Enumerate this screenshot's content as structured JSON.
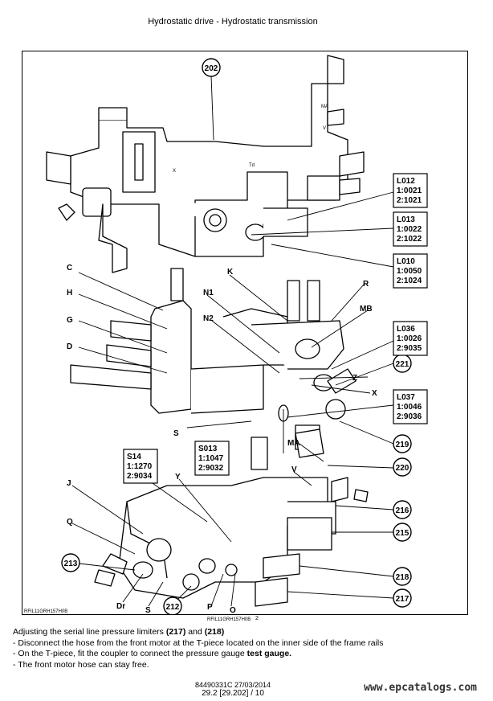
{
  "header": {
    "title": "Hydrostatic drive - Hydrostatic transmission"
  },
  "figure": {
    "code": "RFIL11GRH157H0B",
    "number": "2",
    "code_box": "RFIL11GRH157H0B",
    "callouts_circle": [
      "202",
      "221",
      "219",
      "220",
      "216",
      "215",
      "218",
      "217",
      "213",
      "212"
    ],
    "labels": [
      "C",
      "H",
      "G",
      "D",
      "K",
      "N1",
      "N2",
      "R",
      "MB",
      "Z",
      "X",
      "S",
      "MA",
      "V",
      "J",
      "Q",
      "Y",
      "Dr",
      "S",
      "P",
      "O"
    ],
    "small_labels": [
      "MA",
      "V",
      "X",
      "Td"
    ],
    "code_boxes": [
      {
        "id": "L012",
        "a": "1:0021",
        "b": "2:1021"
      },
      {
        "id": "L013",
        "a": "1:0022",
        "b": "2:1022"
      },
      {
        "id": "L010",
        "a": "1:0050",
        "b": "2:1024"
      },
      {
        "id": "L036",
        "a": "1:0026",
        "b": "2:9035"
      },
      {
        "id": "L037",
        "a": "1:0046",
        "b": "2:9036"
      },
      {
        "id": "S013",
        "a": "1:1047",
        "b": "2:9032"
      },
      {
        "id": "S14",
        "a": "1:1270",
        "b": "2:9034"
      }
    ]
  },
  "body": {
    "heading_prefix": "Adjusting the serial line pressure limiters ",
    "heading_ref1": "(217)",
    "heading_mid": " and ",
    "heading_ref2": "(218)",
    "step1": "- Disconnect the hose from the front motor at the T-piece located on the inner side of the frame rails",
    "step2_prefix": "- On the T-piece, fit the coupler to connect the pressure gauge",
    "step2_bold": " test gauge.",
    "step3": "- The front motor hose can stay free."
  },
  "footer": {
    "doc": "84490331C 27/03/2014",
    "page": "29.2 [29.202] / 10"
  },
  "watermark": "www.epcatalogs.com"
}
